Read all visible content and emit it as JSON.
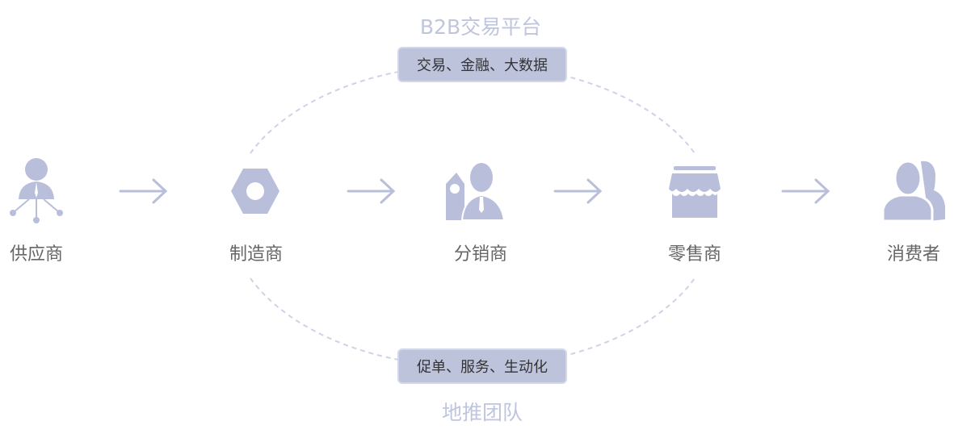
{
  "top_group": {
    "title": "B2B交易平台",
    "pill": "交易、金融、大数据"
  },
  "bottom_group": {
    "title": "地推团队",
    "pill": "促单、服务、生动化"
  },
  "nodes": [
    {
      "label": "供应商",
      "icon": "supplier-network-person-icon"
    },
    {
      "label": "制造商",
      "icon": "hex-nut-icon"
    },
    {
      "label": "分销商",
      "icon": "businessman-tag-icon"
    },
    {
      "label": "零售商",
      "icon": "storefront-icon"
    },
    {
      "label": "消费者",
      "icon": "users-icon"
    }
  ],
  "colors": {
    "icon": "#b9bfda",
    "label": "#666666",
    "title": "#bfc5de",
    "pill": "#bec3dc"
  }
}
